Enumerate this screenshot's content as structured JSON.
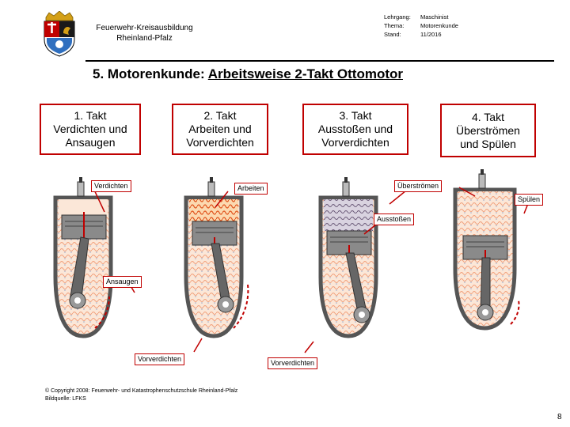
{
  "header": {
    "org_line1": "Feuerwehr-Kreisausbildung",
    "org_line2": "Rheinland-Pfalz",
    "meta": [
      {
        "key": "Lehrgang:",
        "value": "Maschinist"
      },
      {
        "key": "Thema:",
        "value": "Motorenkunde"
      },
      {
        "key": "Stand:",
        "value": "11/2016"
      }
    ]
  },
  "title": {
    "prefix": "5. Motorenkunde: ",
    "underlined": "Arbeitsweise 2-Takt Ottomotor"
  },
  "takts": [
    {
      "line1": "1. Takt",
      "line2": "Verdichten und",
      "line3": "Ansaugen"
    },
    {
      "line1": "2. Takt",
      "line2": "Arbeiten und",
      "line3": "Vorverdichten"
    },
    {
      "line1": "3. Takt",
      "line2": "Ausstoßen und",
      "line3": "Vorverdichten"
    },
    {
      "line1": "4. Takt",
      "line2": "Überströmen",
      "line3": "und Spülen"
    }
  ],
  "labels": {
    "verdichten": "Verdichten",
    "arbeiten": "Arbeiten",
    "ueberstroemen": "Überströmen",
    "spuelen": "Spülen",
    "ausstossen": "Ausstoßen",
    "ansaugen": "Ansaugen",
    "vorverdichten_1": "Vorverdichten",
    "vorverdichten_2": "Vorverdichten"
  },
  "footer": {
    "copyright": "© Copyright 2008: Feuerwehr- und Katastrophenschutzschule Rheinland-Pfalz",
    "source": "Bildquelle: LFKS",
    "page": "8"
  },
  "colors": {
    "accent_red": "#c00000",
    "engine_gray": "#8a8a8a",
    "mixture_orange": "#f2a07a"
  },
  "icons": [
    "coat-of-arms-icon",
    "engine-icon",
    "spark-plug-icon",
    "rotation-arrow-icon"
  ]
}
